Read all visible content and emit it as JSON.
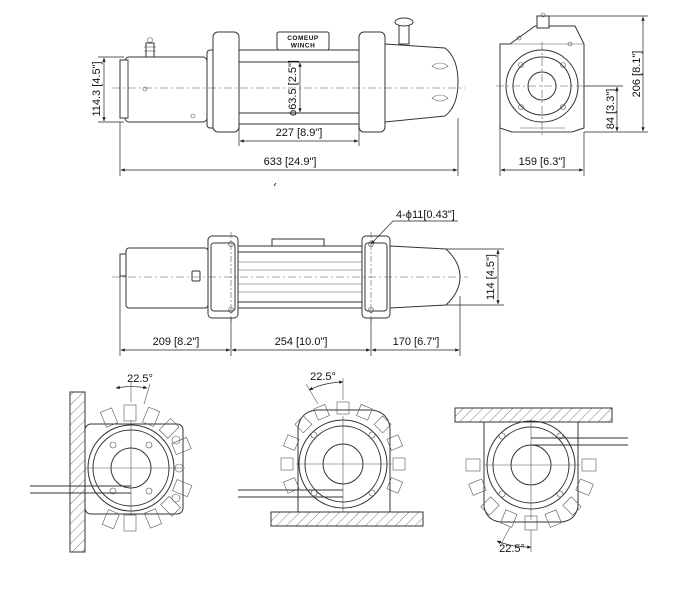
{
  "brand": {
    "line1": "COMEUP",
    "line2": "WINCH"
  },
  "dimensions": {
    "overall_length": "633 [24.9\"]",
    "drum_length": "227 [8.9\"]",
    "drum_diameter": "ϕ63.5 [2.5\"]",
    "height_left": "114.3 [4.5\"]",
    "side_height": "206 [8.1\"]",
    "side_mount_height": "84 [3.3\"]",
    "side_width": "159 [6.3\"]",
    "mount_holes": "4-ϕ11[0.43\"]",
    "top_height": "114 [4.5\"]",
    "motor_section": "209 [8.2\"]",
    "mount_spacing": "254 [10.0\"]",
    "gearbox_section": "170 [6.7\"]"
  },
  "angles": {
    "wall_mount": "22.5°",
    "floor_mount": "22.5°",
    "ceiling_mount": "22.5°"
  },
  "colors": {
    "line": "#333333",
    "background": "#ffffff"
  }
}
